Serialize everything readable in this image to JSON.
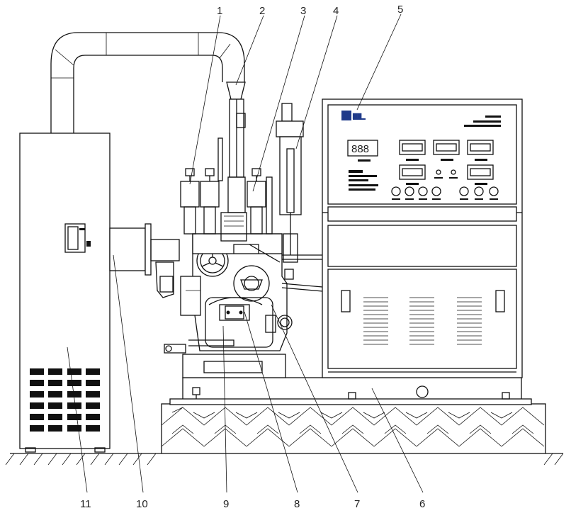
{
  "diagram": {
    "callouts": [
      {
        "id": "1",
        "text": "1"
      },
      {
        "id": "2",
        "text": "2"
      },
      {
        "id": "3",
        "text": "3"
      },
      {
        "id": "4",
        "text": "4"
      },
      {
        "id": "5",
        "text": "5"
      },
      {
        "id": "6",
        "text": "6"
      },
      {
        "id": "7",
        "text": "7"
      },
      {
        "id": "8",
        "text": "8"
      },
      {
        "id": "9",
        "text": "9"
      },
      {
        "id": "10",
        "text": "10"
      },
      {
        "id": "11",
        "text": "11"
      }
    ],
    "panel_display": "888",
    "colors": {
      "line": "#111111",
      "background": "#ffffff",
      "logo": "#1f3a8a"
    }
  }
}
